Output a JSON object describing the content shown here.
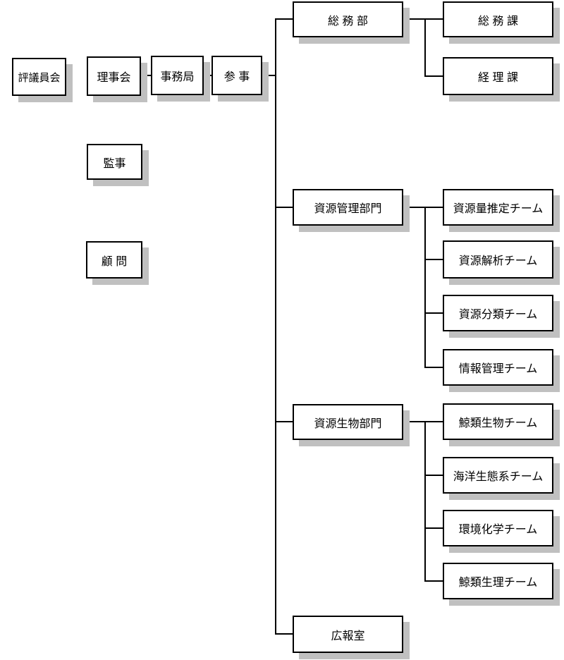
{
  "diagram": {
    "type": "org-chart",
    "colors": {
      "background": "#ffffff",
      "box_fill": "#ffffff",
      "box_border": "#000000",
      "box_shadow": "#c0c0c0",
      "line": "#000000",
      "text": "#000000"
    },
    "nodes": {
      "council": {
        "label": "評議員会"
      },
      "board": {
        "label": "理事会"
      },
      "secretariat": {
        "label": "事務局"
      },
      "counselor": {
        "label": "参 事"
      },
      "auditor": {
        "label": "監事"
      },
      "advisor": {
        "label": "顧 問"
      },
      "general_affairs_dept": {
        "label": "総 務 部"
      },
      "general_affairs_section": {
        "label": "総 務 課"
      },
      "accounting_section": {
        "label": "経 理 課"
      },
      "resource_management_div": {
        "label": "資源管理部門"
      },
      "stock_estimation_team": {
        "label": "資源量推定チーム"
      },
      "resource_analysis_team": {
        "label": "資源解析チーム"
      },
      "resource_classification_team": {
        "label": "資源分類チーム"
      },
      "information_management_team": {
        "label": "情報管理チーム"
      },
      "resource_biology_div": {
        "label": "資源生物部門"
      },
      "cetacean_biology_team": {
        "label": "鯨類生物チーム"
      },
      "marine_ecosystem_team": {
        "label": "海洋生態系チーム"
      },
      "environmental_chemistry_team": {
        "label": "環境化学チーム"
      },
      "cetacean_physiology_team": {
        "label": "鯨類生理チーム"
      },
      "public_relations_office": {
        "label": "広報室"
      }
    },
    "edges": [
      {
        "from": "board",
        "to": "secretariat"
      },
      {
        "from": "secretariat",
        "to": "counselor"
      },
      {
        "from": "counselor",
        "to": "general_affairs_dept"
      },
      {
        "from": "counselor",
        "to": "resource_management_div"
      },
      {
        "from": "counselor",
        "to": "resource_biology_div"
      },
      {
        "from": "counselor",
        "to": "public_relations_office"
      },
      {
        "from": "general_affairs_dept",
        "to": "general_affairs_section"
      },
      {
        "from": "general_affairs_dept",
        "to": "accounting_section"
      },
      {
        "from": "resource_management_div",
        "to": "stock_estimation_team"
      },
      {
        "from": "resource_management_div",
        "to": "resource_analysis_team"
      },
      {
        "from": "resource_management_div",
        "to": "resource_classification_team"
      },
      {
        "from": "resource_management_div",
        "to": "information_management_team"
      },
      {
        "from": "resource_biology_div",
        "to": "cetacean_biology_team"
      },
      {
        "from": "resource_biology_div",
        "to": "marine_ecosystem_team"
      },
      {
        "from": "resource_biology_div",
        "to": "environmental_chemistry_team"
      },
      {
        "from": "resource_biology_div",
        "to": "cetacean_physiology_team"
      }
    ]
  }
}
